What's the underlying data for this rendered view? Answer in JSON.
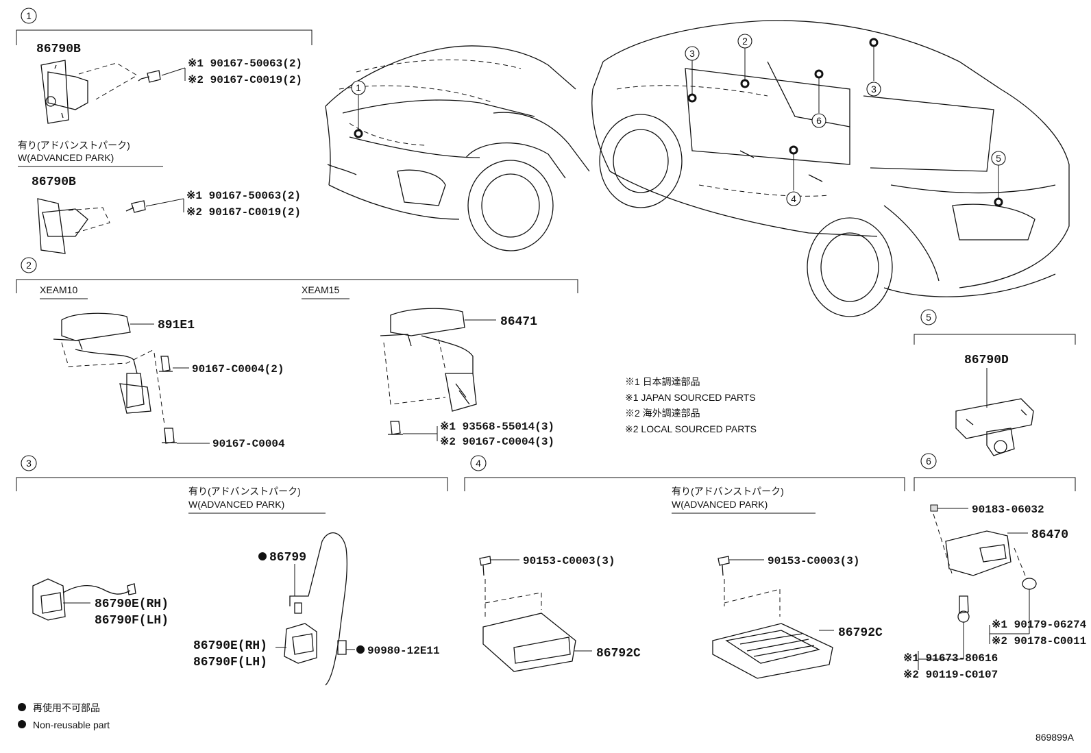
{
  "diagram_id": "869899A",
  "callout_numbers": [
    "1",
    "2",
    "3",
    "4",
    "5",
    "6"
  ],
  "variant_labels": {
    "adv_park_jp": "有り(アドバンストパーク)",
    "adv_park_en": "W(ADVANCED PARK)",
    "xeam10": "XEAM10",
    "xeam15": "XEAM15"
  },
  "sourcing_legend": {
    "line1": "※1 日本調達部品",
    "line2": "※1 JAPAN SOURCED PARTS",
    "line3": "※2 海外調達部品",
    "line4": "※2 LOCAL SOURCED PARTS"
  },
  "reuse_legend": {
    "jp": "再使用不可部品",
    "en": "Non-reusable part"
  },
  "parts": {
    "s1_main": "86790B",
    "s1_bolt_a": "※1 90167-50063(2)",
    "s1_bolt_b": "※2 90167-C0019(2)",
    "s1b_main": "86790B",
    "s1b_bolt_a": "※1 90167-50063(2)",
    "s1b_bolt_b": "※2 90167-C0019(2)",
    "s2_a_main": "891E1",
    "s2_a_bolt1": "90167-C0004(2)",
    "s2_a_bolt2": "90167-C0004",
    "s2_b_main": "86471",
    "s2_b_bolt_a": "※1 93568-55014(3)",
    "s2_b_bolt_b": "※2 90167-C0004(3)",
    "s3_cam_rh": "86790E(RH)",
    "s3_cam_lh": "86790F(LH)",
    "s3_harness": "86799",
    "s3_cam2_rh": "86790E(RH)",
    "s3_cam2_lh": "86790F(LH)",
    "s3_clip": "90980-12E11",
    "s4_bolt_a": "90153-C0003(3)",
    "s4_ecu_a": "86792C",
    "s4_bolt_b": "90153-C0003(3)",
    "s4_ecu_b": "86792C",
    "s5_main": "86790D",
    "s6_nut": "90183-06032",
    "s6_main": "86470",
    "s6_grom_a": "※1 90179-06274",
    "s6_grom_b": "※2 90178-C0011",
    "s6_bolt_a": "※1 91673-80616",
    "s6_bolt_b": "※2 90119-C0107"
  }
}
